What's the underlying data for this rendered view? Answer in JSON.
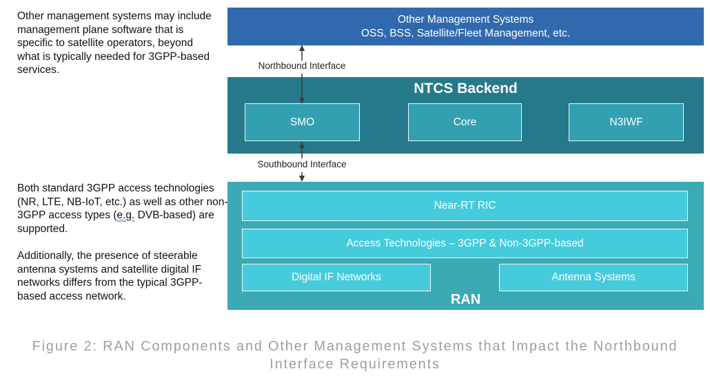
{
  "notes": {
    "para1": "Other management systems may include management plane software that is specific to satellite operators, beyond what is typically needed for 3GPP-based services.",
    "para2_before": "Both standard 3GPP access technologies (NR, LTE, NB-IoT, etc.) as well as other non-3GPP access types (",
    "para2_eg": "e.g.",
    "para2_after": " DVB-based) are supported.",
    "para3": "Additionally, the presence of steerable antenna systems and satellite digital IF networks differs from the typical 3GPP-based access network."
  },
  "diagram": {
    "oms": {
      "line1": "Other Management Systems",
      "line2": "OSS, BSS, Satellite/Fleet Management, etc."
    },
    "northbound_label": "Northbound Interface",
    "southbound_label": "Southbound Interface",
    "ntcs": {
      "title": "NTCS Backend",
      "boxes": [
        "SMO",
        "Core",
        "N3IWF"
      ]
    },
    "ran": {
      "title": "RAN",
      "near_rt_ric": "Near-RT RIC",
      "access_tech": "Access Technologies – 3GPP & Non-3GPP-based",
      "digital_if": "Digital IF Networks",
      "antenna": "Antenna Systems"
    }
  },
  "caption": "Figure 2: RAN Components and Other Management Systems that Impact the Northbound Interface Requirements",
  "colors": {
    "oms_blue": "#3169AE",
    "ntcs_teal": "#26798A",
    "ntcs_subbox_teal": "#33A0B2",
    "ran_teal": "#3BAAB4",
    "ran_subbox_cyan": "#46CBDC",
    "arrow_gray": "#3D3D3D",
    "caption_gray": "#9E9E9E",
    "spellcheck_blue": "#5B9BD5"
  }
}
